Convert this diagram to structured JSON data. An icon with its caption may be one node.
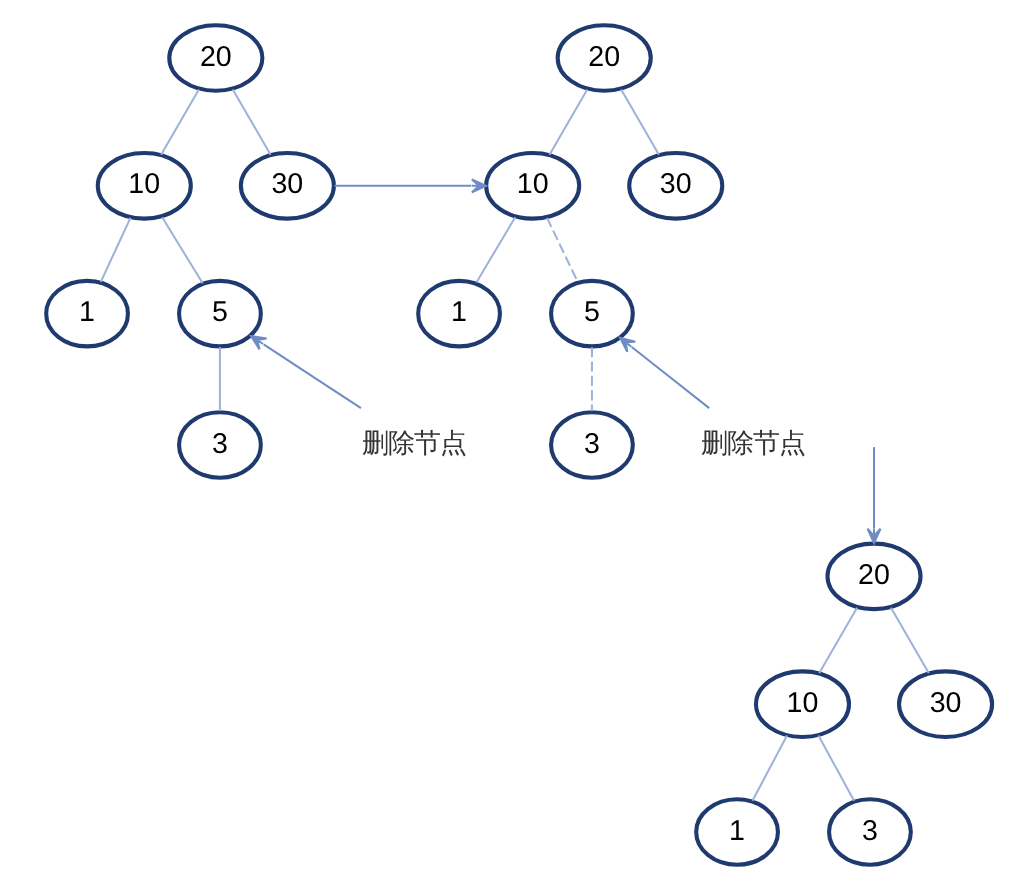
{
  "diagram": {
    "nodes": [
      {
        "text": [
          "20"
        ]
      },
      {
        "text": [
          "10"
        ]
      },
      {
        "text": [
          "30"
        ]
      },
      {
        "text": [
          "1"
        ]
      },
      {
        "text": [
          "5"
        ]
      },
      {
        "text": [
          "删除节点"
        ]
      },
      {
        "text": [
          "3"
        ]
      },
      {
        "text": [
          "20"
        ]
      },
      {
        "text": [
          "10"
        ]
      },
      {
        "text": [
          "30"
        ]
      },
      {
        "text": [
          "1"
        ]
      },
      {
        "text": [
          "5"
        ]
      },
      {
        "text": [
          "删除节点"
        ]
      },
      {
        "text": [
          "3"
        ]
      },
      {
        "text": [
          "20"
        ]
      },
      {
        "text": [
          "10"
        ]
      },
      {
        "text": [
          "30"
        ]
      },
      {
        "text": [
          "1"
        ]
      },
      {
        "text": [
          "3"
        ]
      }
    ],
    "edges": [
      {
        "from": 0,
        "to": 1,
        "arrow": "none"
      },
      {
        "from": 0,
        "to": 2,
        "arrow": "none"
      },
      {
        "from": 1,
        "to": 3,
        "arrow": "none"
      },
      {
        "from": 1,
        "to": 4,
        "arrow": "none"
      },
      {
        "from": 4,
        "to": 6,
        "arrow": "none"
      },
      {
        "from": 5,
        "to": 4,
        "arrow": "to",
        "color": "#6f8cc4"
      },
      {
        "from": 2,
        "to": 8,
        "arrow": "to",
        "color": "#6f8cc4"
      },
      {
        "from": 7,
        "to": 8,
        "arrow": "none"
      },
      {
        "from": 7,
        "to": 9,
        "arrow": "none"
      },
      {
        "from": 8,
        "to": 10,
        "arrow": "none"
      },
      {
        "from": 8,
        "to": 11,
        "arrow": "none",
        "style": "dashed"
      },
      {
        "from": 11,
        "to": 13,
        "arrow": "none",
        "style": "dashed"
      },
      {
        "from": 12,
        "to": 11,
        "arrow": "to",
        "color": "#6f8cc4"
      },
      {
        "from": null,
        "to": 14,
        "arrow": "to",
        "color": "#6f8cc4"
      },
      {
        "from": 14,
        "to": 15,
        "arrow": "none"
      },
      {
        "from": 14,
        "to": 16,
        "arrow": "none"
      },
      {
        "from": 15,
        "to": 17,
        "arrow": "none"
      },
      {
        "from": 15,
        "to": 18,
        "arrow": "none"
      }
    ]
  }
}
